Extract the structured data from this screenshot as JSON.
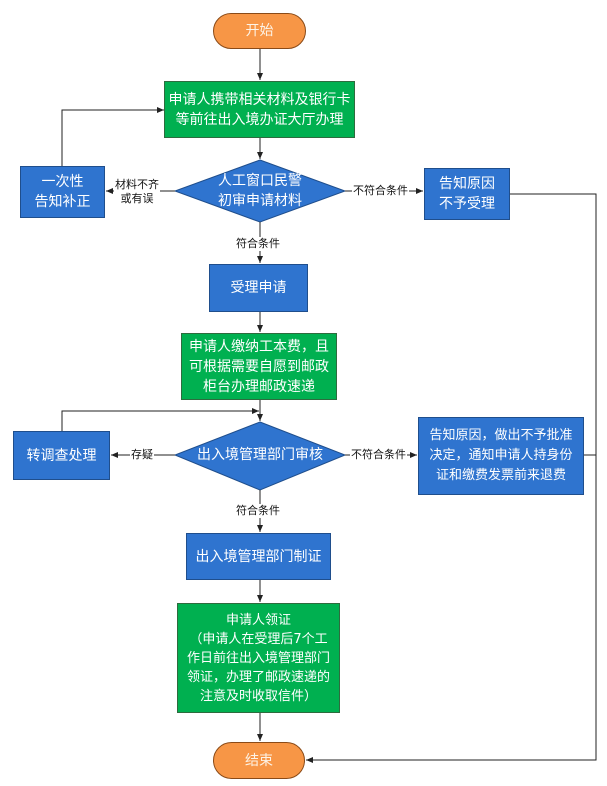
{
  "colors": {
    "terminal": "#f79646",
    "process_green": "#00b050",
    "process_blue": "#2f74cf",
    "decision": "#2f74cf",
    "connector": "#222222"
  },
  "nodes": {
    "start": "开始",
    "submit": "申请人携带相关材料及银行卡\n等前往出入境办证大厅办理",
    "review1": "人工窗口民警\n初审申请材料",
    "correction": "一次性\n告知补正",
    "reject1": "告知原因\n不予受理",
    "accept": "受理申请",
    "pay": "申请人缴纳工本费，且\n可根据需要自愿到邮政\n柜台办理邮政速递",
    "review2": "出入境管理部门审核",
    "investigate": "转调查处理",
    "reject2": "告知原因，做出不予批准\n决定，通知申请人持身份\n证和缴费发票前来退费",
    "produce": "出入境管理部门制证",
    "collect": "申请人领证\n（申请人在受理后7个工\n作日前往出入境管理部门\n领证，办理了邮政速递的\n注意及时收取信件）",
    "end": "结束"
  },
  "edge_labels": {
    "incomplete": "材料不齐\n或有误",
    "not_qualified_1": "不符合条件",
    "qualified_1": "符合条件",
    "doubt": "存疑",
    "not_qualified_2": "不符合条件",
    "qualified_2": "符合条件"
  }
}
